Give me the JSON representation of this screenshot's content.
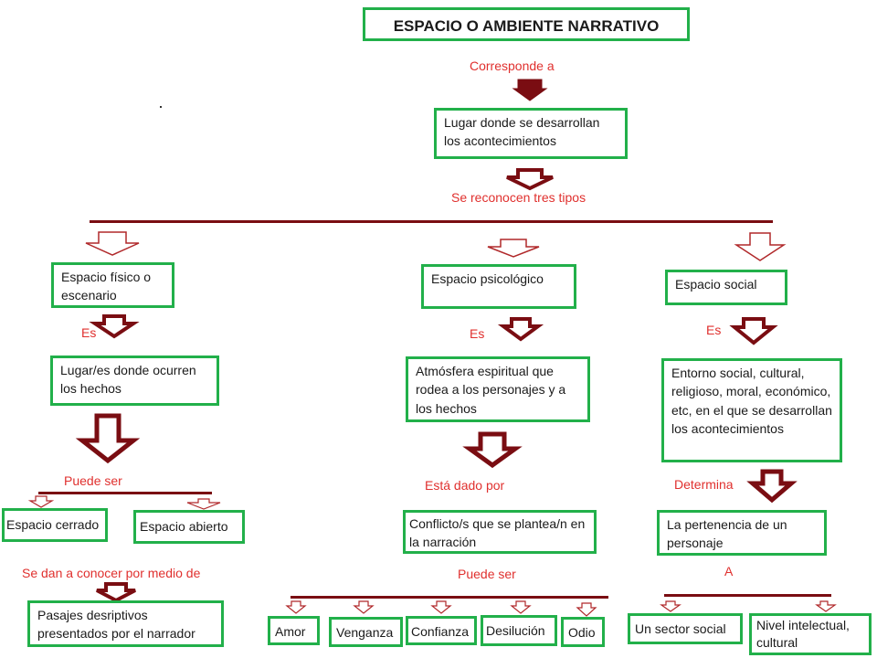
{
  "title": "ESPACIO O AMBIENTE NARRATIVO",
  "labels": {
    "corresponde": "Corresponde a",
    "tres_tipos": "Se reconocen tres tipos",
    "es_left": "Es",
    "es_mid": "Es",
    "es_right": "Es",
    "puede_ser_left": "Puede ser",
    "esta_dado": "Está dado por",
    "determina": "Determina",
    "se_dan": "Se dan a conocer por medio de",
    "puede_ser_mid": "Puede ser",
    "a": "A"
  },
  "boxes": {
    "lugar": "Lugar donde se desarrollan los acontecimientos",
    "fisico": "Espacio físico o escenario",
    "psicologico": "Espacio psicológico",
    "social": "Espacio social",
    "lugar_hechos": "Lugar/es donde ocurren los hechos",
    "atmosfera": "Atmósfera espiritual que rodea a los personajes y a los hechos",
    "entorno": "Entorno social, cultural, religioso, moral, económico, etc, en el que se desarrollan los acontecimientos",
    "cerrado": "Espacio cerrado",
    "abierto": "Espacio abierto",
    "conflicto": "Conflicto/s que se plantea/n en la narración",
    "pertenencia": "La pertenencia de un personaje",
    "pasajes": "Pasajes desriptivos presentados por el narrador",
    "amor": "Amor",
    "venganza": "Venganza",
    "confianza": "Confianza",
    "desilusion": "Desilución",
    "odio": "Odio",
    "sector": "Un sector social",
    "nivel": "Nivel intelectual, cultural"
  },
  "colors": {
    "box_border": "#22b04a",
    "connector": "#7a0d12",
    "label_text": "#e0302e"
  }
}
